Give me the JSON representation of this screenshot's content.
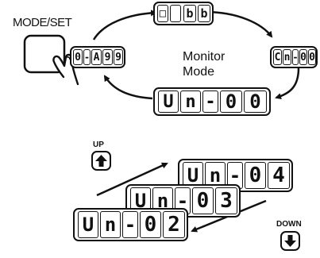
{
  "mode_set_label": "MODE/SET",
  "monitor_mode_label": "Monitor\nMode",
  "up_label": "UP",
  "down_label": "DOWN",
  "cycle_displays": [
    {
      "key": "bb",
      "chars": [
        "□",
        "",
        "b",
        "b"
      ]
    },
    {
      "key": "cn00",
      "chars": [
        "C",
        "n",
        "-",
        "0",
        "0"
      ]
    },
    {
      "key": "un00",
      "chars": [
        "U",
        "n",
        "-",
        "0",
        "0"
      ]
    },
    {
      "key": "o-a99",
      "chars": [
        "0",
        "-",
        "A",
        "9",
        "9"
      ]
    }
  ],
  "stack_displays": [
    {
      "key": "un04",
      "chars": [
        "U",
        "n",
        "-",
        "0",
        "4"
      ]
    },
    {
      "key": "un03",
      "chars": [
        "U",
        "n",
        "-",
        "0",
        "3"
      ]
    },
    {
      "key": "un02",
      "chars": [
        "U",
        "n",
        "-",
        "0",
        "2"
      ]
    }
  ]
}
